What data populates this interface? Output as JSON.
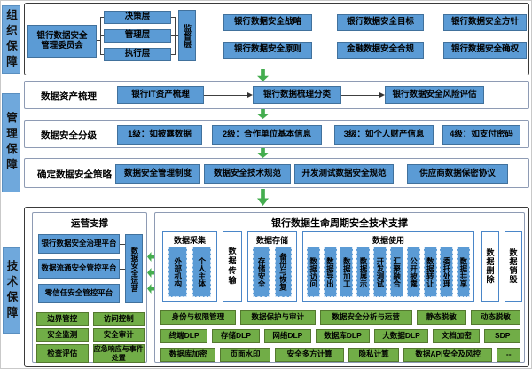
{
  "colors": {
    "box_blue": "#5B9BD5",
    "tab_blue": "#6FA8DC",
    "tool_green": "#71AD47",
    "arrow_green": "#44AD4F"
  },
  "org": {
    "label": "组织保障",
    "committee": "银行数据安全管理委员会",
    "layers": [
      "决策层",
      "管理层",
      "执行层"
    ],
    "supervision": "监督层",
    "policies": [
      "银行数据安全战略",
      "银行数据安全目标",
      "银行数据安全方针",
      "银行数据安全原则",
      "金融数据安全合规",
      "银行数据安全确权"
    ]
  },
  "mgmt": {
    "label": "管理保障",
    "rows": [
      {
        "title": "数据资产梳理",
        "items": [
          "银行IT资产梳理",
          "银行数据梳理分类",
          "银行数据安全风险评估"
        ]
      },
      {
        "title": "数据安全分级",
        "items": [
          "1级：如披露数据",
          "2级：合作单位基本信息",
          "3级：如个人财产信息",
          "4级：如支付密码"
        ]
      },
      {
        "title": "确定数据安全策略",
        "items": [
          "数据安全管理制度",
          "数据安全技术规范",
          "开发测试数据安全规范",
          "供应商数据保密协议"
        ]
      }
    ]
  },
  "tech": {
    "label": "技术保障",
    "ops": {
      "title": "运营支撑",
      "platforms": [
        "银行数据安全治理平台",
        "数据流通安全管控平台",
        "零信任安全管控平台"
      ],
      "side": "数据安全运营",
      "tools": [
        "边界管控",
        "访问控制",
        "安全监测",
        "安全审计",
        "检查评估",
        "应急响应与事件处置"
      ]
    },
    "lifecycle": {
      "title": "银行数据生命周期安全技术支撑",
      "groups": [
        {
          "title": "数据采集",
          "items": [
            "外部机构",
            "个人主体"
          ]
        },
        {
          "title": "数据存储",
          "items": [
            "存储安全",
            "备份与恢复"
          ]
        },
        {
          "title": "数据使用",
          "items": [
            "数据访问",
            "数据导出",
            "数据加工",
            "数据展示",
            "开发测试",
            "汇聚融合",
            "公开披露",
            "数据转让",
            "委托处理",
            "数据共享"
          ]
        }
      ],
      "standalone": [
        "数据传输",
        "数据删除",
        "数据销毁"
      ],
      "tool_rows": [
        [
          "身份与权限管理",
          "数据保护与审计",
          "数据安全分析与运营",
          "静态脱敏",
          "动态脱敏"
        ],
        [
          "终端DLP",
          "存储DLP",
          "网络DLP",
          "数据库DLP",
          "大数据DLP",
          "文档加密",
          "SDP"
        ],
        [
          "数据库加密",
          "页面水印",
          "安全多方计算",
          "隐私计算",
          "数据API安全及风控",
          "--"
        ]
      ]
    }
  }
}
